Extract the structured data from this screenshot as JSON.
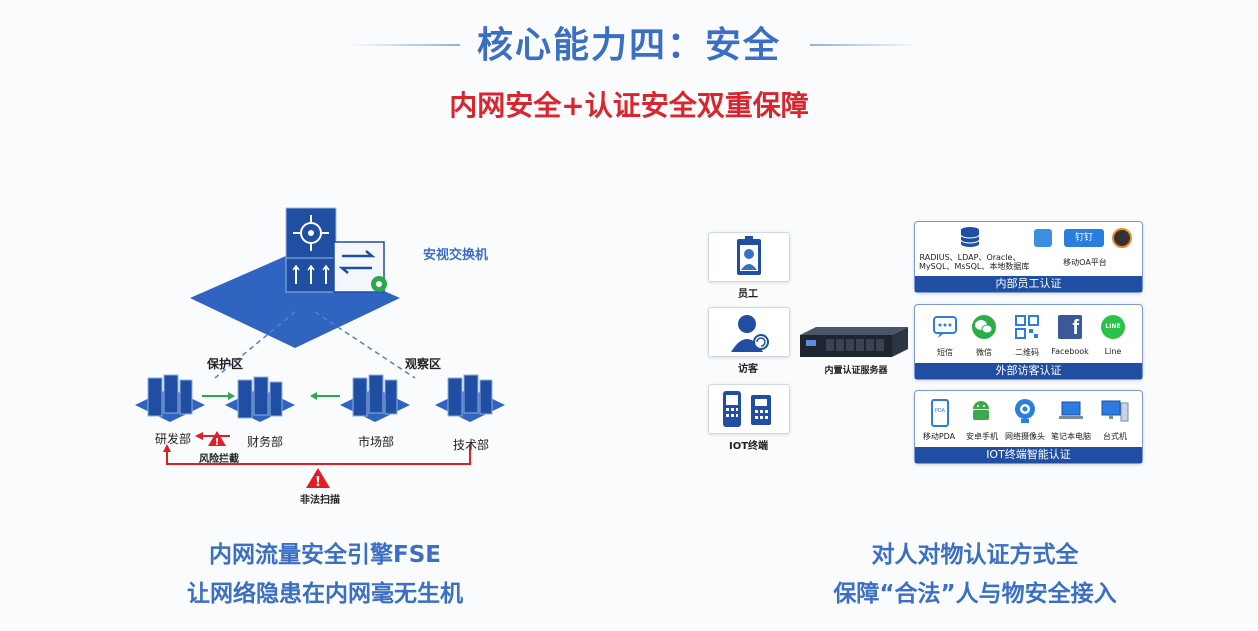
{
  "title": "核心能力四：安全",
  "subtitle": "内网安全+认证安全双重保障",
  "left": {
    "switch_label": "安视交换机",
    "zone_protect": "保护区",
    "zone_observe": "观察区",
    "departments": [
      "研发部",
      "财务部",
      "市场部",
      "技术部"
    ],
    "risk_block": "风险拦截",
    "illegal_scan": "非法扫描",
    "caption_line1": "内网流量安全引擎FSE",
    "caption_line2": "让网络隐患在内网毫无生机"
  },
  "right": {
    "users": [
      "员工",
      "访客",
      "IOT终端"
    ],
    "server_label": "内置认证服务器",
    "internal": {
      "db_text1": "RADIUS、LDAP、Oracle、",
      "db_text2": "MySQL、MsSQL、本地数据库",
      "oa_label": "移动OA平台",
      "dingtalk_text": "钉钉",
      "bar": "内部员工认证"
    },
    "visitor": {
      "items": [
        "短信",
        "微信",
        "二维码",
        "Facebook",
        "Line"
      ],
      "line_icon_text": "LINE",
      "bar": "外部访客认证"
    },
    "iot": {
      "items": [
        "移动PDA",
        "安卓手机",
        "网络摄像头",
        "笔记本电脑",
        "台式机"
      ],
      "pda_text": "PDA",
      "bar": "IOT终端智能认证"
    },
    "caption_line1": "对人对物认证方式全",
    "caption_line2": "保障“合法”人与物安全接入"
  },
  "colors": {
    "accent": "#3b6fc4",
    "red": "#d9262e",
    "navy": "#1f4ea3",
    "green": "#2aa84a"
  }
}
